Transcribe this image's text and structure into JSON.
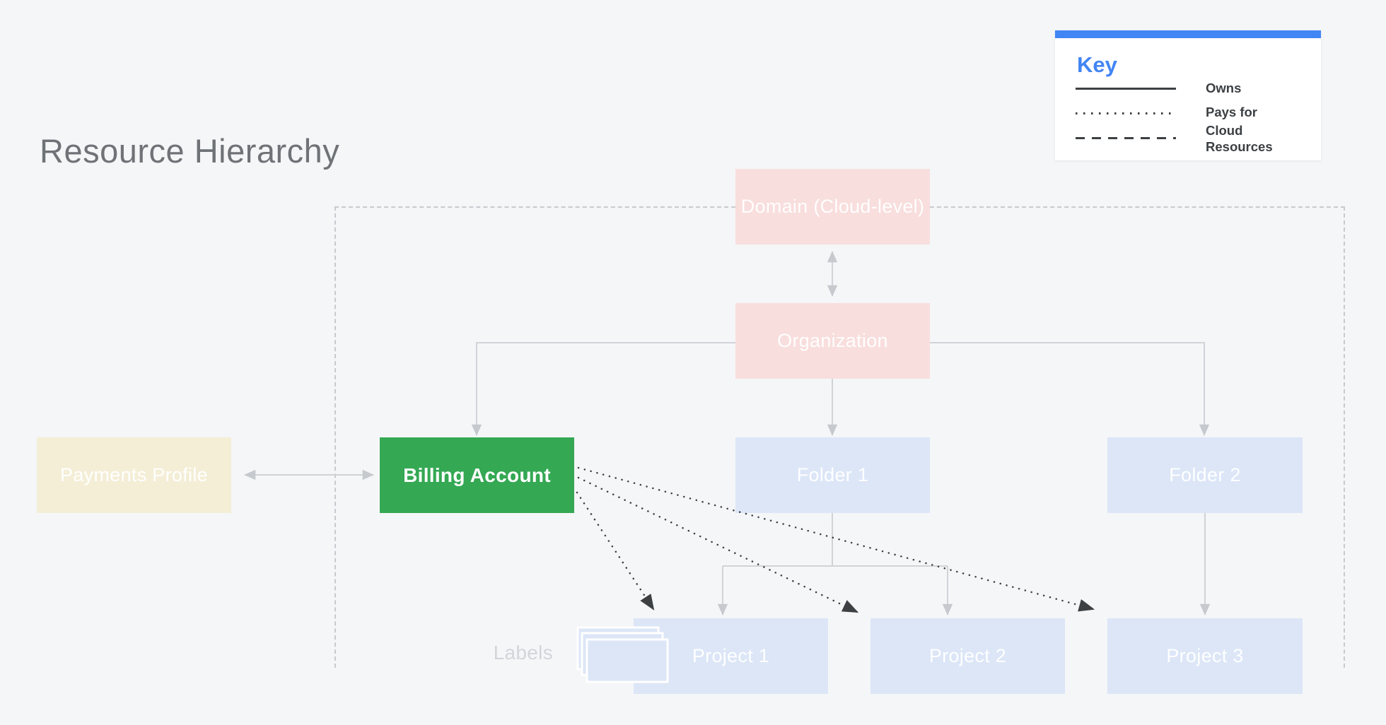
{
  "title": "Resource Hierarchy",
  "key": {
    "heading": "Key",
    "items": [
      {
        "line_style": "solid",
        "label": "Owns"
      },
      {
        "line_style": "dotted",
        "label": "Pays for"
      },
      {
        "line_style": "dashed",
        "label": "Cloud Resources"
      }
    ]
  },
  "nodes": [
    {
      "id": "domain",
      "label": "Domain (Cloud-level)",
      "color": "#f8dedd"
    },
    {
      "id": "organization",
      "label": "Organization",
      "color": "#f8dedd"
    },
    {
      "id": "payments-profile",
      "label": "Payments Profile",
      "color": "#f4eed7"
    },
    {
      "id": "billing-account",
      "label": "Billing Account",
      "color": "#34a853"
    },
    {
      "id": "folder-1",
      "label": "Folder 1",
      "color": "#dce6f7"
    },
    {
      "id": "folder-2",
      "label": "Folder 2",
      "color": "#dce6f7"
    },
    {
      "id": "project-1",
      "label": "Project 1",
      "color": "#dce6f7"
    },
    {
      "id": "project-2",
      "label": "Project 2",
      "color": "#dce6f7"
    },
    {
      "id": "project-3",
      "label": "Project 3",
      "color": "#dce6f7"
    }
  ],
  "labels_caption": "Labels",
  "colors": {
    "background": "#f5f6f8",
    "node_pink": "#f8dedd",
    "node_green": "#34a853",
    "node_cream": "#f4eed7",
    "node_blue": "#dce6f7",
    "accent_blue": "#4285f4",
    "connector_gray": "#d0d3d7",
    "arrow_gray": "#c6c9cd",
    "line_dark": "#3c4043",
    "title_gray": "#6f7377",
    "faint_gray": "#d2d5da"
  }
}
